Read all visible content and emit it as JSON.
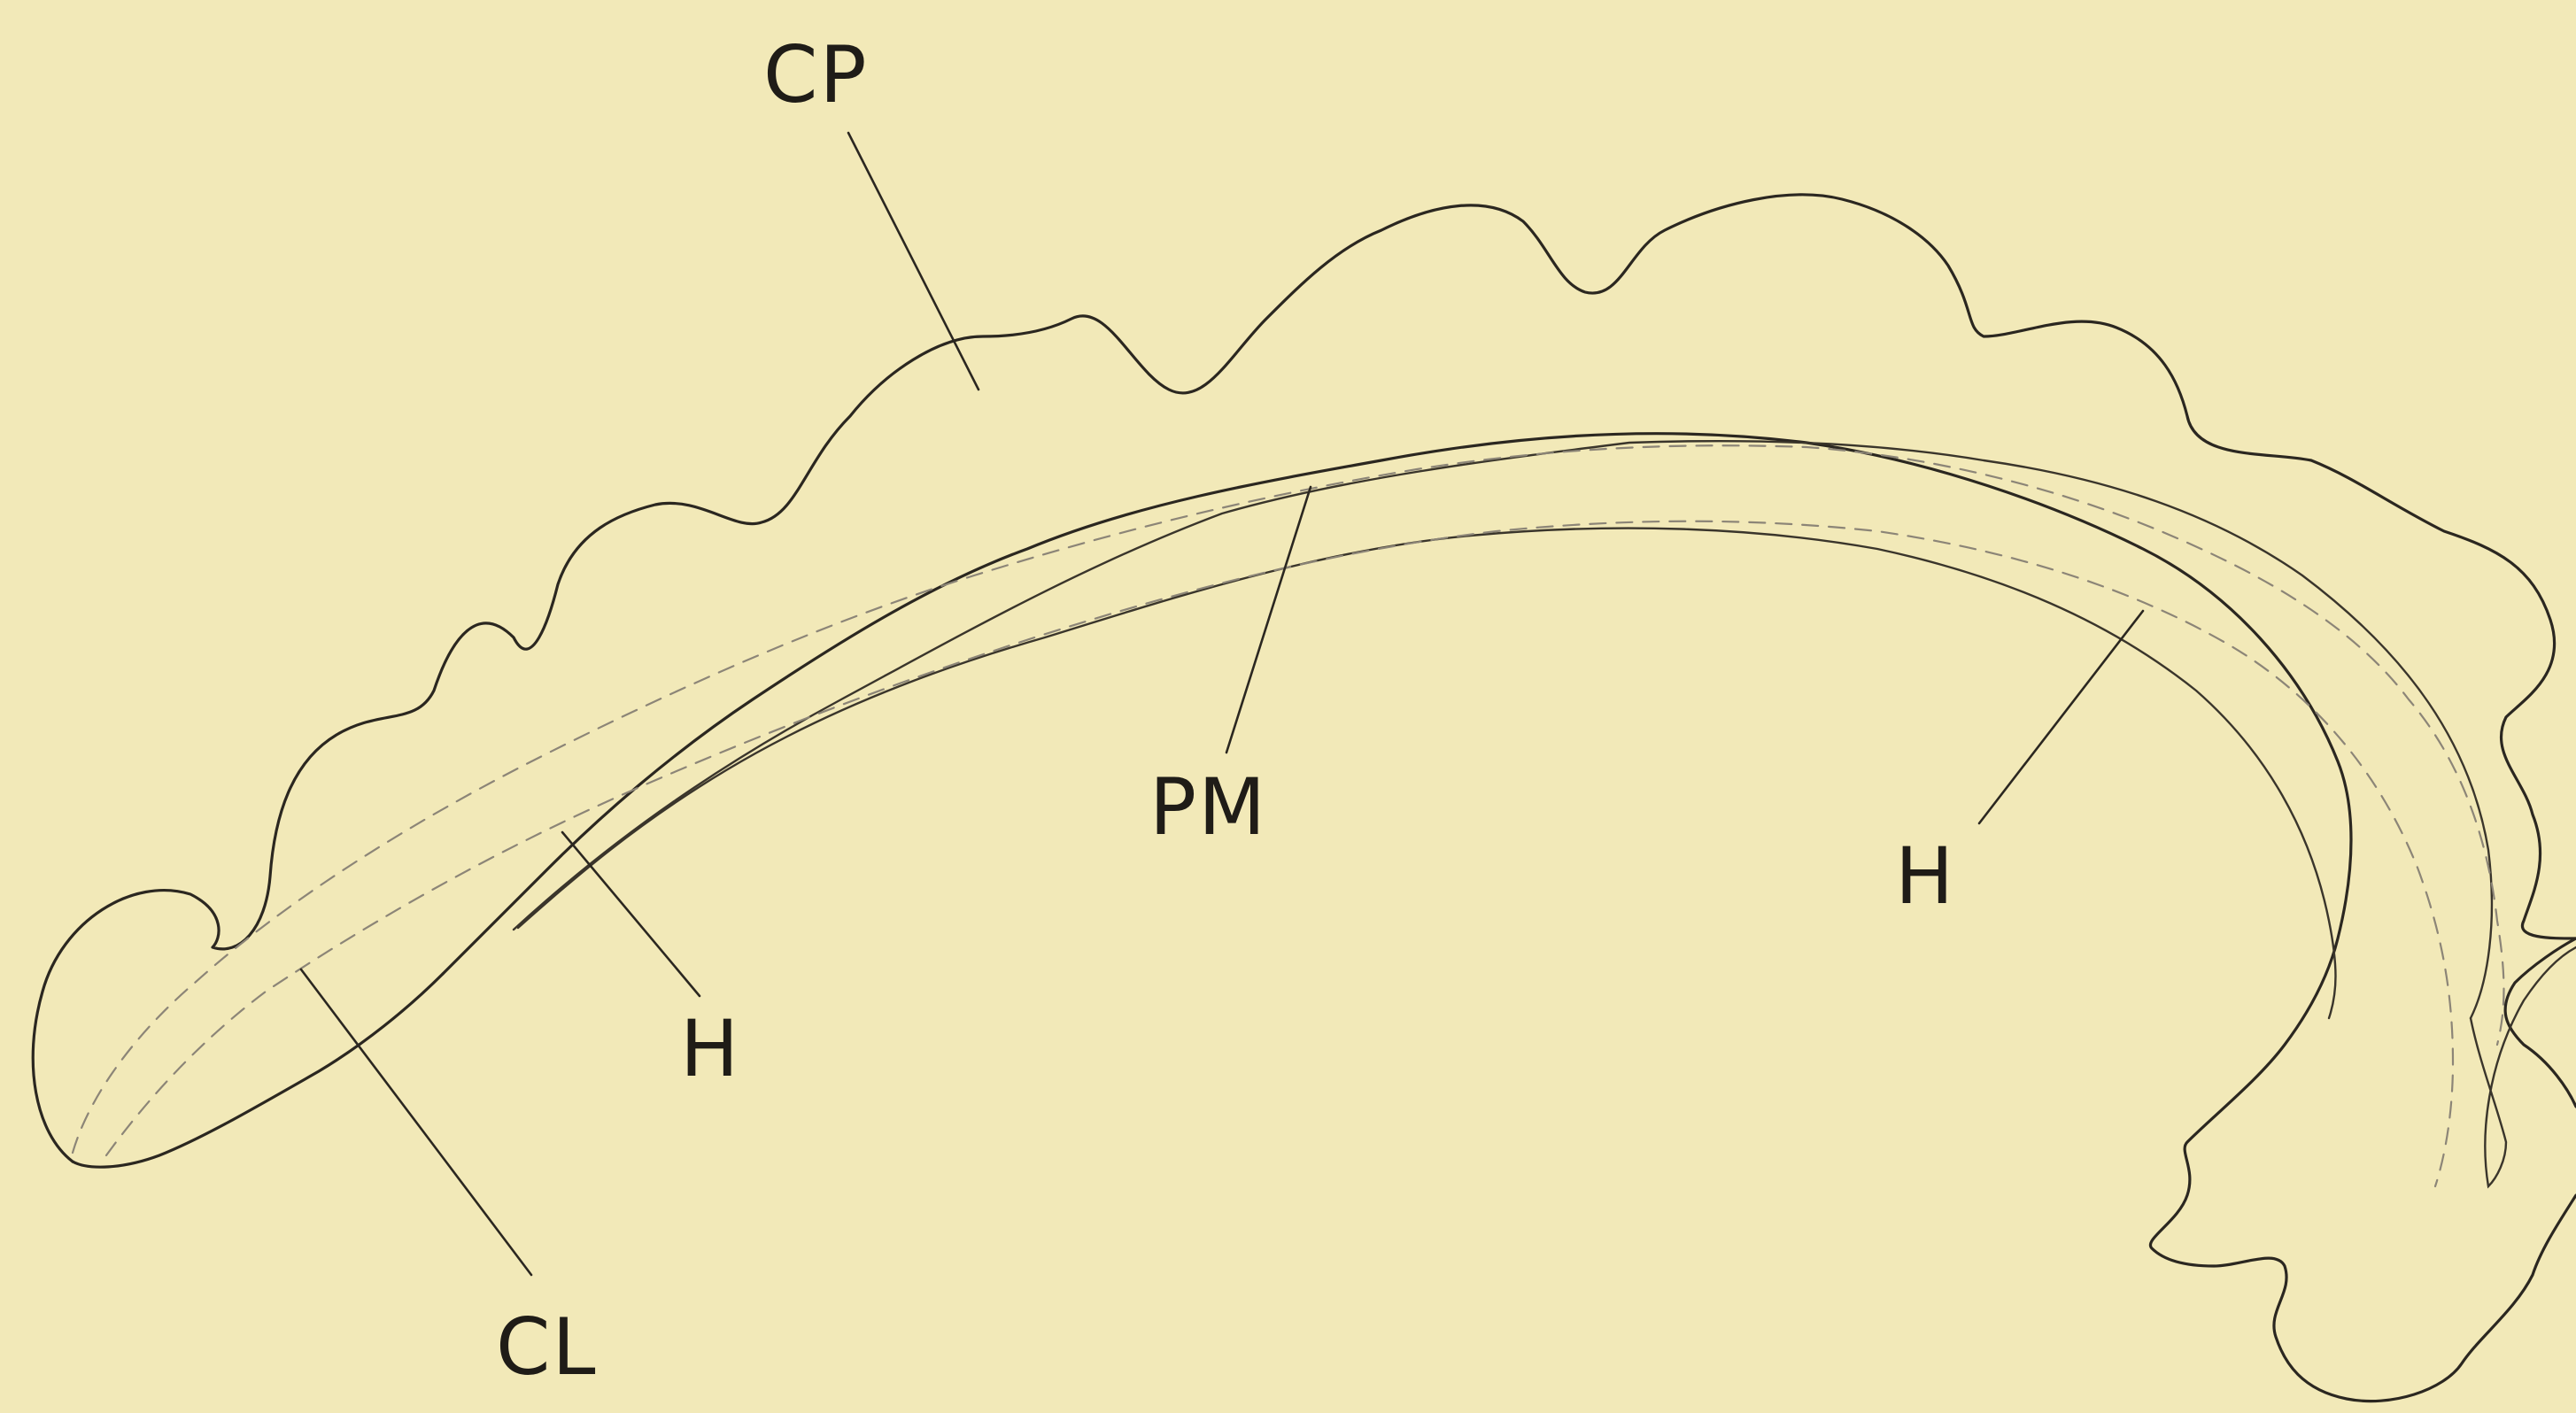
{
  "labels": {
    "cp": "CP",
    "pm": "PM",
    "h_left": "H",
    "h_right": "H",
    "cl": "CL"
  },
  "colors": {
    "background": "#f2e9b8",
    "ink": "#2b2720",
    "dashed_ink": "#8c8577"
  }
}
